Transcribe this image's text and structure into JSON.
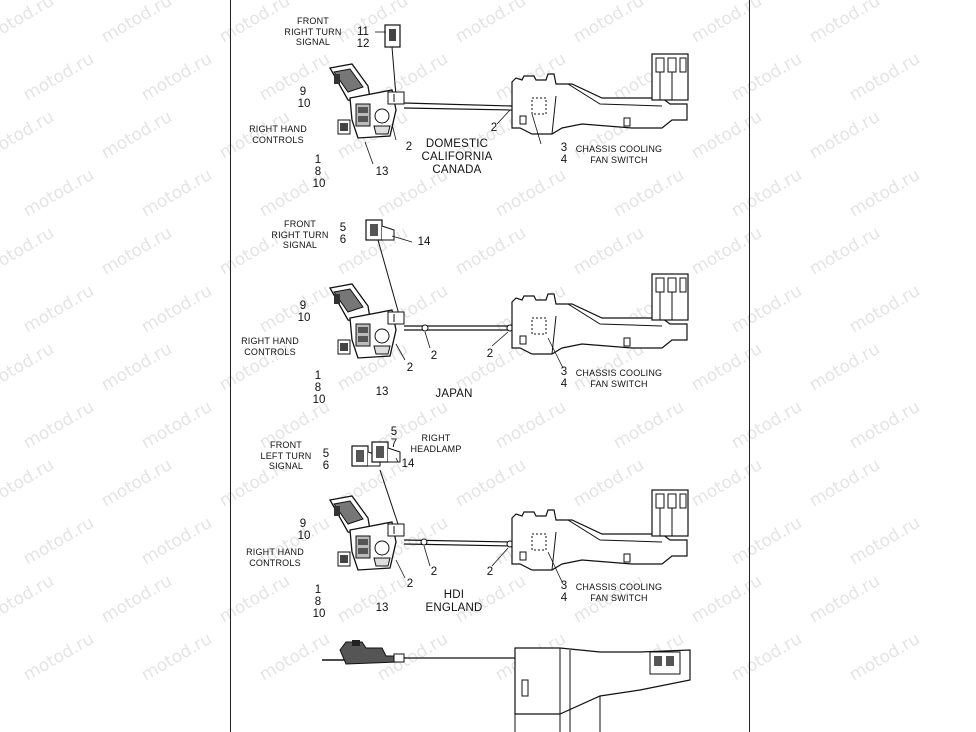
{
  "watermark": "motod.ru",
  "diagrams": [
    {
      "name": "domestic",
      "region_label": "DOMESTIC\nCALIFORNIA\nCANADA",
      "turn_signal_label": "FRONT\nRIGHT TURN\nSIGNAL",
      "turn_signal_numbers": [
        "11",
        "12"
      ],
      "hand_controls_label": "RIGHT HAND\nCONTROLS",
      "switch_label": "CHASSIS COOLING\nFAN SWITCH",
      "num_9": "9",
      "num_10_a": "10",
      "num_1": "1",
      "num_8": "8",
      "num_10_b": "10",
      "num_13": "13",
      "num_2_a": "2",
      "num_2_b": "2",
      "num_3": "3",
      "num_4": "4"
    },
    {
      "name": "japan",
      "region_label": "JAPAN",
      "turn_signal_label": "FRONT\nRIGHT TURN\nSIGNAL",
      "turn_signal_numbers": [
        "5",
        "6"
      ],
      "num_14": "14",
      "hand_controls_label": "RIGHT HAND\nCONTROLS",
      "switch_label": "CHASSIS COOLING\nFAN SWITCH",
      "num_9": "9",
      "num_10_a": "10",
      "num_1": "1",
      "num_8": "8",
      "num_10_b": "10",
      "num_13": "13",
      "num_2_a": "2",
      "num_2_b": "2",
      "num_2_c": "2",
      "num_3": "3",
      "num_4": "4"
    },
    {
      "name": "hdi",
      "region_label": "HDI\nENGLAND",
      "turn_signal_label": "FRONT\nLEFT TURN\nSIGNAL",
      "turn_signal_numbers": [
        "5",
        "6"
      ],
      "headlamp_label": "RIGHT\nHEADLAMP",
      "headlamp_numbers": [
        "5",
        "7"
      ],
      "num_14": "14",
      "hand_controls_label": "RIGHT HAND\nCONTROLS",
      "switch_label": "CHASSIS COOLING\nFAN SWITCH",
      "num_9": "9",
      "num_10_a": "10",
      "num_1": "1",
      "num_8": "8",
      "num_10_b": "10",
      "num_13": "13",
      "num_2_a": "2",
      "num_2_b": "2",
      "num_2_c": "2",
      "num_3": "3",
      "num_4": "4"
    }
  ]
}
